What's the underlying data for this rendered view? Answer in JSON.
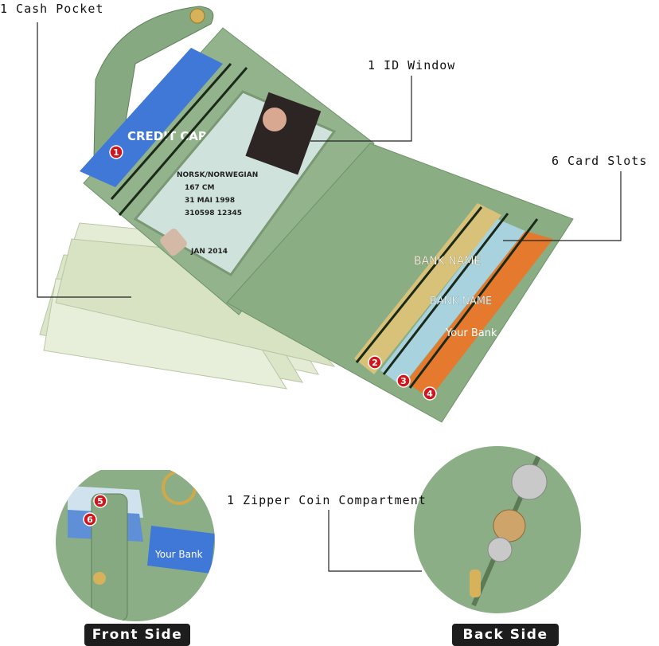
{
  "callouts": {
    "cash_pocket": "1 Cash Pocket",
    "id_window": "1 ID Window",
    "card_slots": "6 Card Slots",
    "zipper": "1 Zipper Coin Compartment"
  },
  "cards": {
    "credit_card": "CREDIT CARD",
    "bank_name_1": "BANK NAME",
    "bank_name_2": "BANK NAME",
    "your_bank": "Your Bank",
    "your_bank_front": "Your Bank"
  },
  "id_card": {
    "line1": "NORSK/NORWEGIAN",
    "line2": "167 CM",
    "line3": "31 MAI 1998",
    "line4": "310598 12345",
    "line5": "JAN 2014"
  },
  "markers": [
    "1",
    "2",
    "3",
    "4",
    "5",
    "6"
  ],
  "buttons": {
    "front": "Front Side",
    "back": "Back Side"
  },
  "colors": {
    "leather": "#8fb08a",
    "leather_dark": "#6f9368",
    "marker": "#d0161c",
    "cash": "#dfe9cf"
  }
}
